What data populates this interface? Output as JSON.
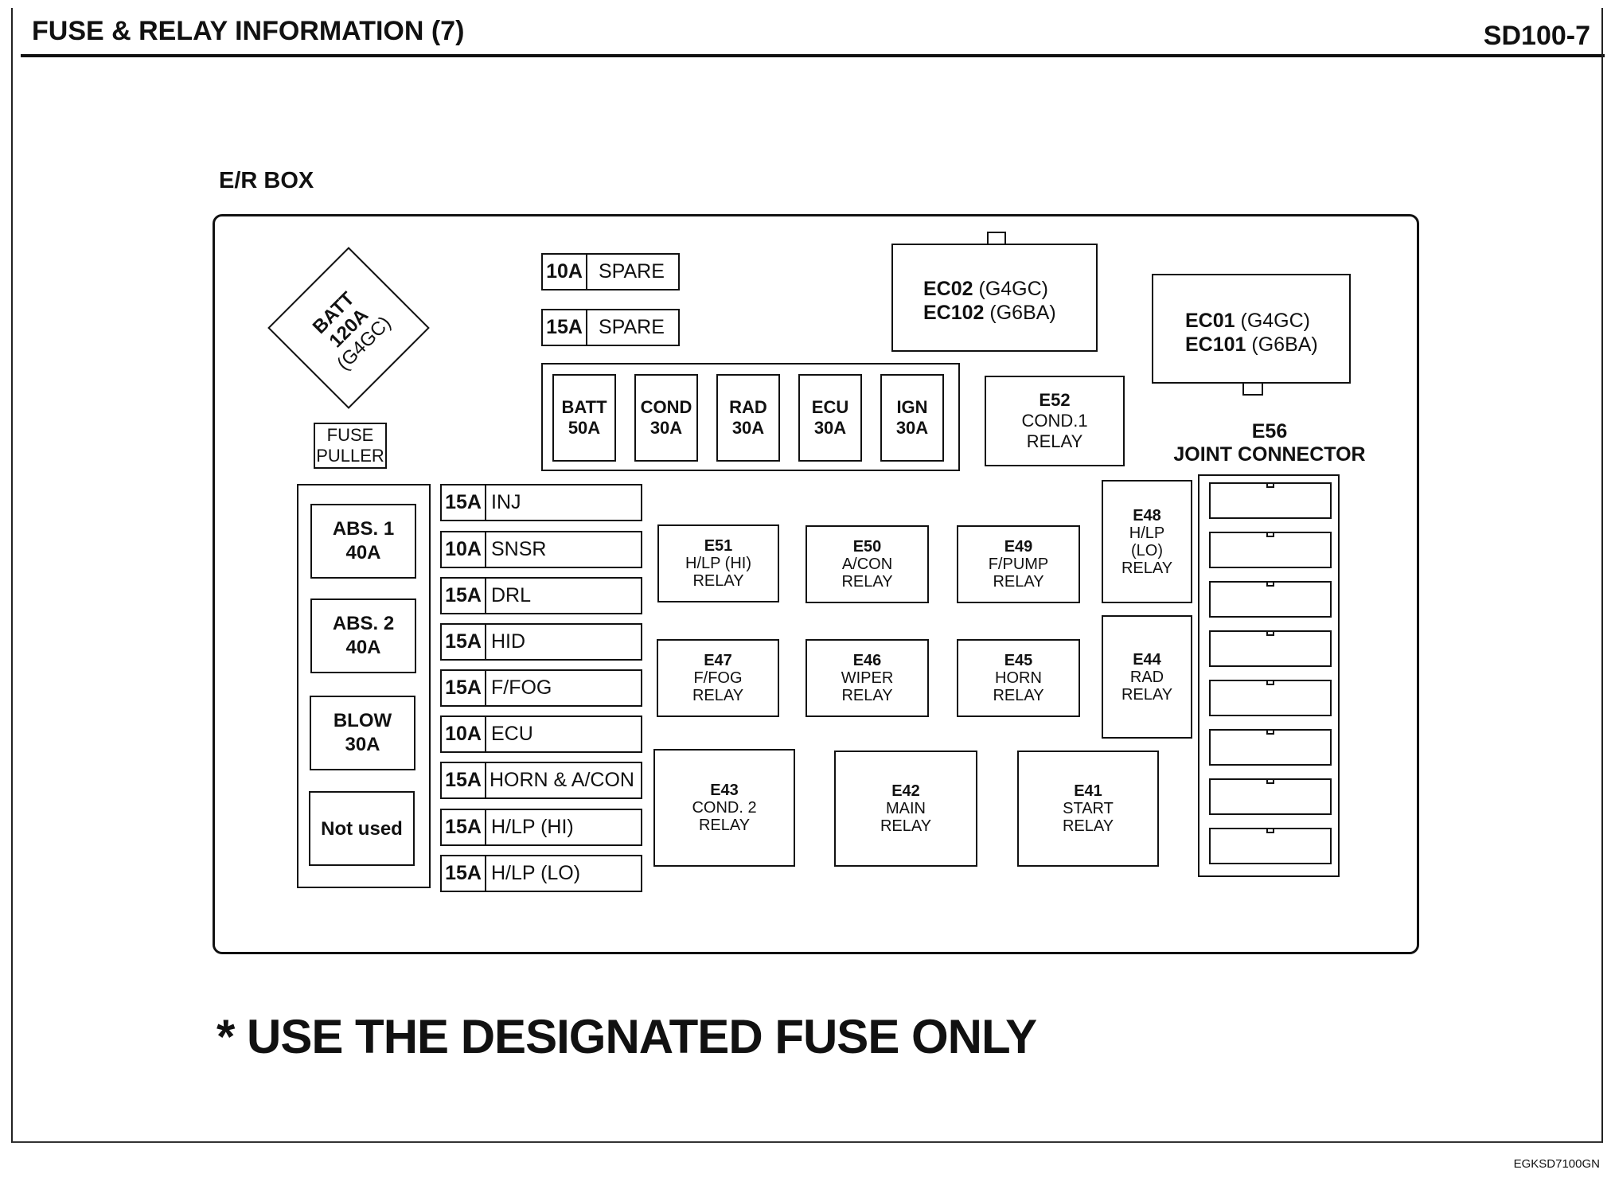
{
  "header": {
    "title": "FUSE & RELAY INFORMATION (7)",
    "page_code": "SD100-7"
  },
  "box_title": "E/R BOX",
  "batt_fuse": {
    "line1": "BATT",
    "line2": "120A",
    "line3": "(G4GC)"
  },
  "fuse_puller": {
    "line1": "FUSE",
    "line2": "PULLER"
  },
  "spare_fuses": [
    {
      "amp": "10A",
      "label": "SPARE"
    },
    {
      "amp": "15A",
      "label": "SPARE"
    }
  ],
  "connectors": {
    "ec02": {
      "code1": "EC02",
      "variant1": "(G4GC)",
      "code2": "EC102",
      "variant2": "(G6BA)"
    },
    "ec01": {
      "code1": "EC01",
      "variant1": "(G4GC)",
      "code2": "EC101",
      "variant2": "(G6BA)"
    }
  },
  "cartridge_fuses": [
    {
      "name": "BATT",
      "amp": "50A"
    },
    {
      "name": "COND",
      "amp": "30A"
    },
    {
      "name": "RAD",
      "amp": "30A"
    },
    {
      "name": "ECU",
      "amp": "30A"
    },
    {
      "name": "IGN",
      "amp": "30A"
    }
  ],
  "left_fuses": [
    {
      "name": "ABS. 1",
      "amp": "40A"
    },
    {
      "name": "ABS. 2",
      "amp": "40A"
    },
    {
      "name": "BLOW",
      "amp": "30A"
    },
    {
      "name": "Not used"
    }
  ],
  "mini_fuses": [
    {
      "amp": "15A",
      "label": "INJ"
    },
    {
      "amp": "10A",
      "label": "SNSR"
    },
    {
      "amp": "15A",
      "label": "DRL"
    },
    {
      "amp": "15A",
      "label": "HID"
    },
    {
      "amp": "15A",
      "label": "F/FOG"
    },
    {
      "amp": "10A",
      "label": "ECU"
    },
    {
      "amp": "15A",
      "label": "HORN & A/CON"
    },
    {
      "amp": "15A",
      "label": "H/LP (HI)"
    },
    {
      "amp": "15A",
      "label": "H/LP (LO)"
    }
  ],
  "relays": {
    "e52": {
      "code": "E52",
      "line1": "COND.1",
      "line2": "RELAY"
    },
    "e51": {
      "code": "E51",
      "line1": "H/LP (HI)",
      "line2": "RELAY"
    },
    "e50": {
      "code": "E50",
      "line1": "A/CON",
      "line2": "RELAY"
    },
    "e49": {
      "code": "E49",
      "line1": "F/PUMP",
      "line2": "RELAY"
    },
    "e48": {
      "code": "E48",
      "line1": "H/LP",
      "line2": "(LO)",
      "line3": "RELAY"
    },
    "e47": {
      "code": "E47",
      "line1": "F/FOG",
      "line2": "RELAY"
    },
    "e46": {
      "code": "E46",
      "line1": "WIPER",
      "line2": "RELAY"
    },
    "e45": {
      "code": "E45",
      "line1": "HORN",
      "line2": "RELAY"
    },
    "e44": {
      "code": "E44",
      "line1": "RAD",
      "line2": "RELAY"
    },
    "e43": {
      "code": "E43",
      "line1": "COND. 2",
      "line2": "RELAY"
    },
    "e42": {
      "code": "E42",
      "line1": "MAIN",
      "line2": "RELAY"
    },
    "e41": {
      "code": "E41",
      "line1": "START",
      "line2": "RELAY"
    }
  },
  "joint_connector": {
    "code": "E56",
    "label": "JOINT CONNECTOR",
    "slot_count": 8
  },
  "notice": "* USE THE DESIGNATED FUSE ONLY",
  "footer_code": "EGKSD7100GN"
}
